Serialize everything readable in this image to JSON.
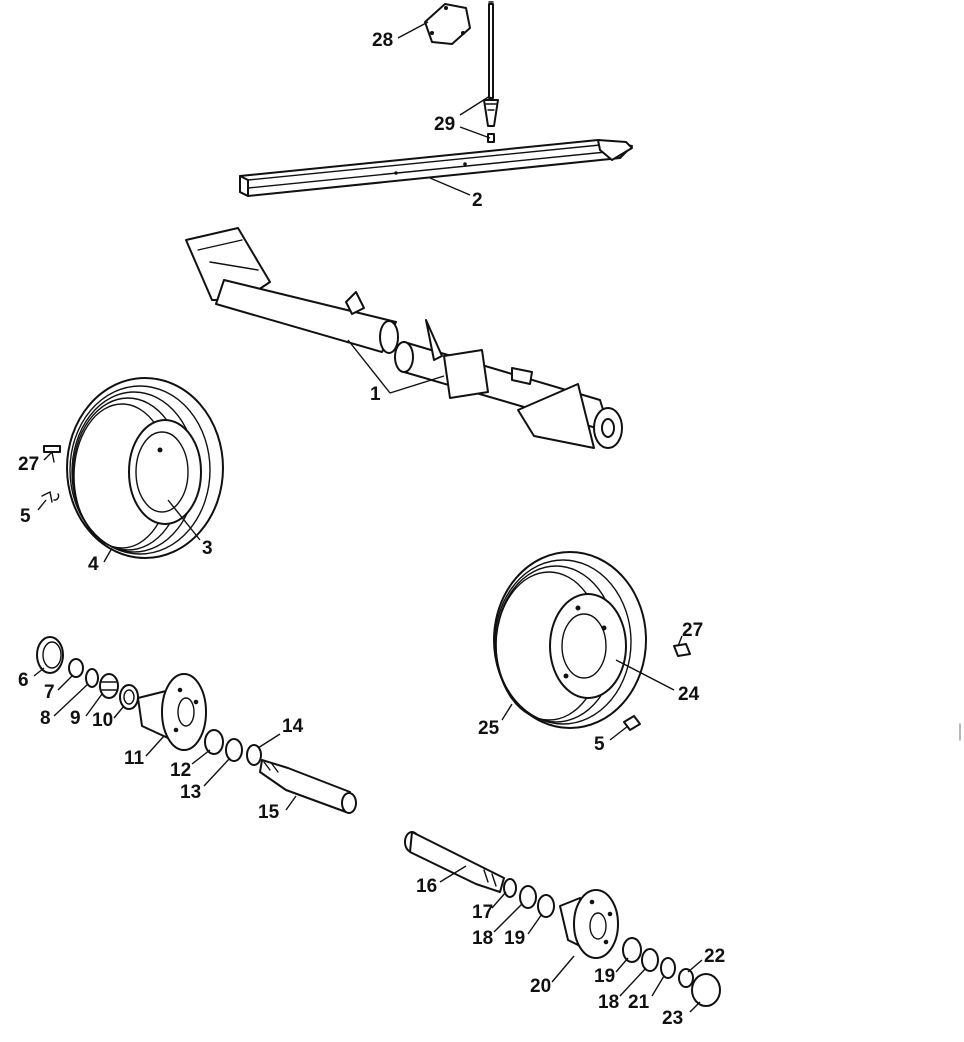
{
  "callouts": {
    "c1": "1",
    "c2": "2",
    "c3": "3",
    "c4": "4",
    "c5a": "5",
    "c5b": "5",
    "c6": "6",
    "c7": "7",
    "c8": "8",
    "c9": "9",
    "c10": "10",
    "c11": "11",
    "c12": "12",
    "c13": "13",
    "c14": "14",
    "c15": "15",
    "c16": "16",
    "c17": "17",
    "c18a": "18",
    "c18b": "18",
    "c19a": "19",
    "c19b": "19",
    "c20": "20",
    "c21": "21",
    "c22": "22",
    "c23": "23",
    "c24": "24",
    "c25": "25",
    "c27a": "27",
    "c27b": "27",
    "c28": "28",
    "c29": "29"
  },
  "colors": {
    "ink": "#111111",
    "paper": "#ffffff"
  }
}
